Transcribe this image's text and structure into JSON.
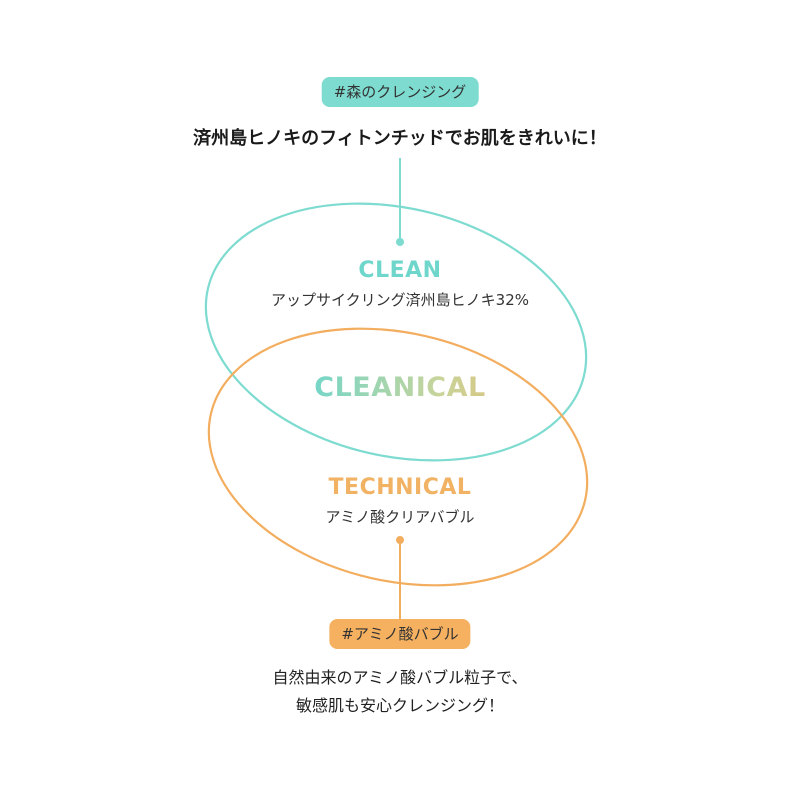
{
  "colors": {
    "mint": "#7ddbd0",
    "orange": "#f3ad5e",
    "mint_text": "#6fd6cb",
    "orange_text": "#f1b264"
  },
  "top_tag": "#森のクレンジング",
  "headline": "済州島ヒノキのフィトンチッドでお肌をきれいに！",
  "clean": {
    "title": "CLEAN",
    "description": "アップサイクリング済州島ヒノキ32%"
  },
  "cleanical": {
    "title": "CLEANICAL"
  },
  "technical": {
    "title": "TECHNICAL",
    "description": "アミノ酸クリアバブル"
  },
  "bottom_tag": "#アミノ酸バブル",
  "bottom_text": {
    "line1": "自然由来のアミノ酸バブル粒子で、",
    "line2": "敏感肌も安心クレンジング！"
  }
}
